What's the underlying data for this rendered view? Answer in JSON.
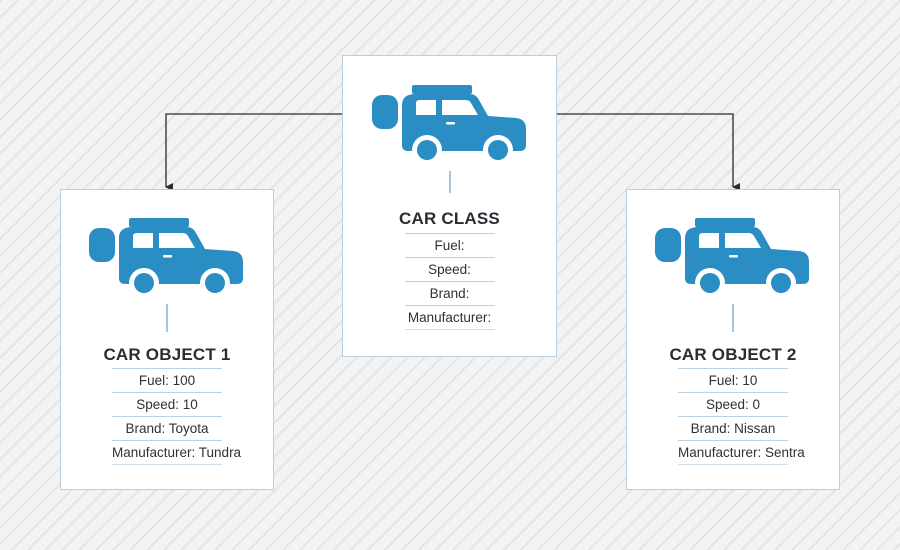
{
  "diagram": {
    "colors": {
      "car": "#2a8ec4",
      "connector": "#2b2b2b",
      "card_border": "#b9cfe0",
      "row_rule": "#b9d3e6"
    },
    "class_card": {
      "icon": "car-icon",
      "title": "CAR CLASS",
      "rows": [
        "Fuel:",
        "Speed:",
        "Brand:",
        "Manufacturer:"
      ]
    },
    "object_cards": [
      {
        "icon": "car-icon",
        "title": "CAR OBJECT 1",
        "rows": [
          "Fuel: 100",
          "Speed: 10",
          "Brand: Toyota",
          "Manufacturer: Tundra"
        ]
      },
      {
        "icon": "car-icon",
        "title": "CAR OBJECT 2",
        "rows": [
          "Fuel: 10",
          "Speed: 0",
          "Brand: Nissan",
          "Manufacturer: Sentra"
        ]
      }
    ]
  }
}
